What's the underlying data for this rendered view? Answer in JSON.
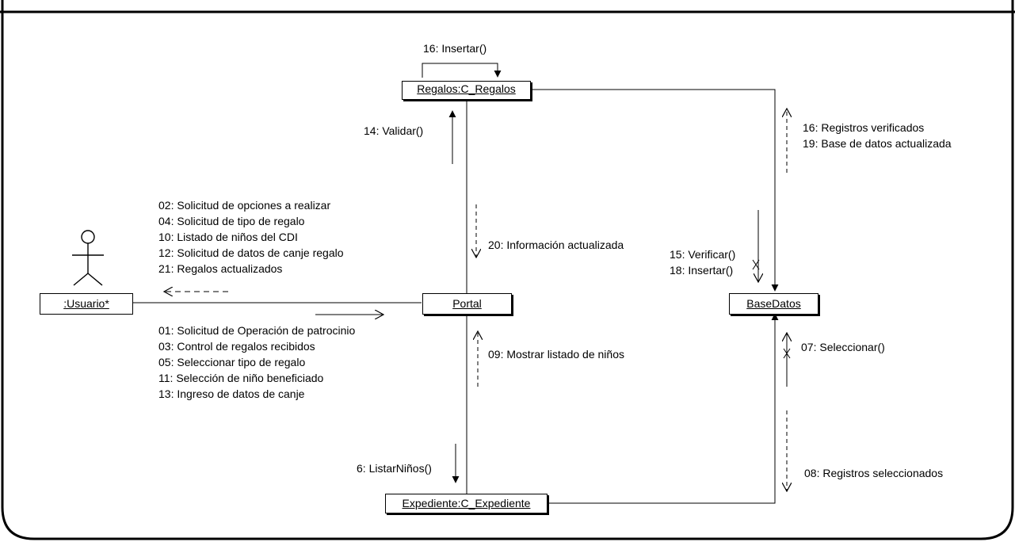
{
  "objects": {
    "regalos": ":C_Regalos",
    "regalos_prefix": "Regalos",
    "portal": "Portal",
    "basedatos": "BaseDatos",
    "expediente": "Expediente:C_Expediente",
    "usuario": ":Usuario*"
  },
  "messages": {
    "insertar_self": "16: Insertar()",
    "validar": "14: Validar()",
    "info_actualizada": "20: Información actualizada",
    "usuario_responses": [
      "02: Solicitud de opciones a realizar",
      "04: Solicitud de tipo de regalo",
      "10: Listado de niños del CDI",
      "12: Solicitud de datos de canje regalo",
      "21: Regalos actualizados"
    ],
    "usuario_requests": [
      "01: Solicitud de Operación de patrocinio",
      "03: Control de regalos recibidos",
      "05: Seleccionar tipo de regalo",
      "11: Selección de niño beneficiado",
      "13: Ingreso de datos de canje"
    ],
    "registros_verificados": [
      "16: Registros verificados",
      "19: Base de datos actualizada"
    ],
    "verificar_insertar": [
      "15: Verificar()",
      "18: Insertar()"
    ],
    "mostrar_listado": "09: Mostrar listado de niños",
    "seleccionar": "07: Seleccionar()",
    "listar_ninos": "6: ListarNiños()",
    "registros_seleccionados": "08: Registros seleccionados"
  },
  "colors": {
    "line": "#000000",
    "background": "#ffffff"
  }
}
